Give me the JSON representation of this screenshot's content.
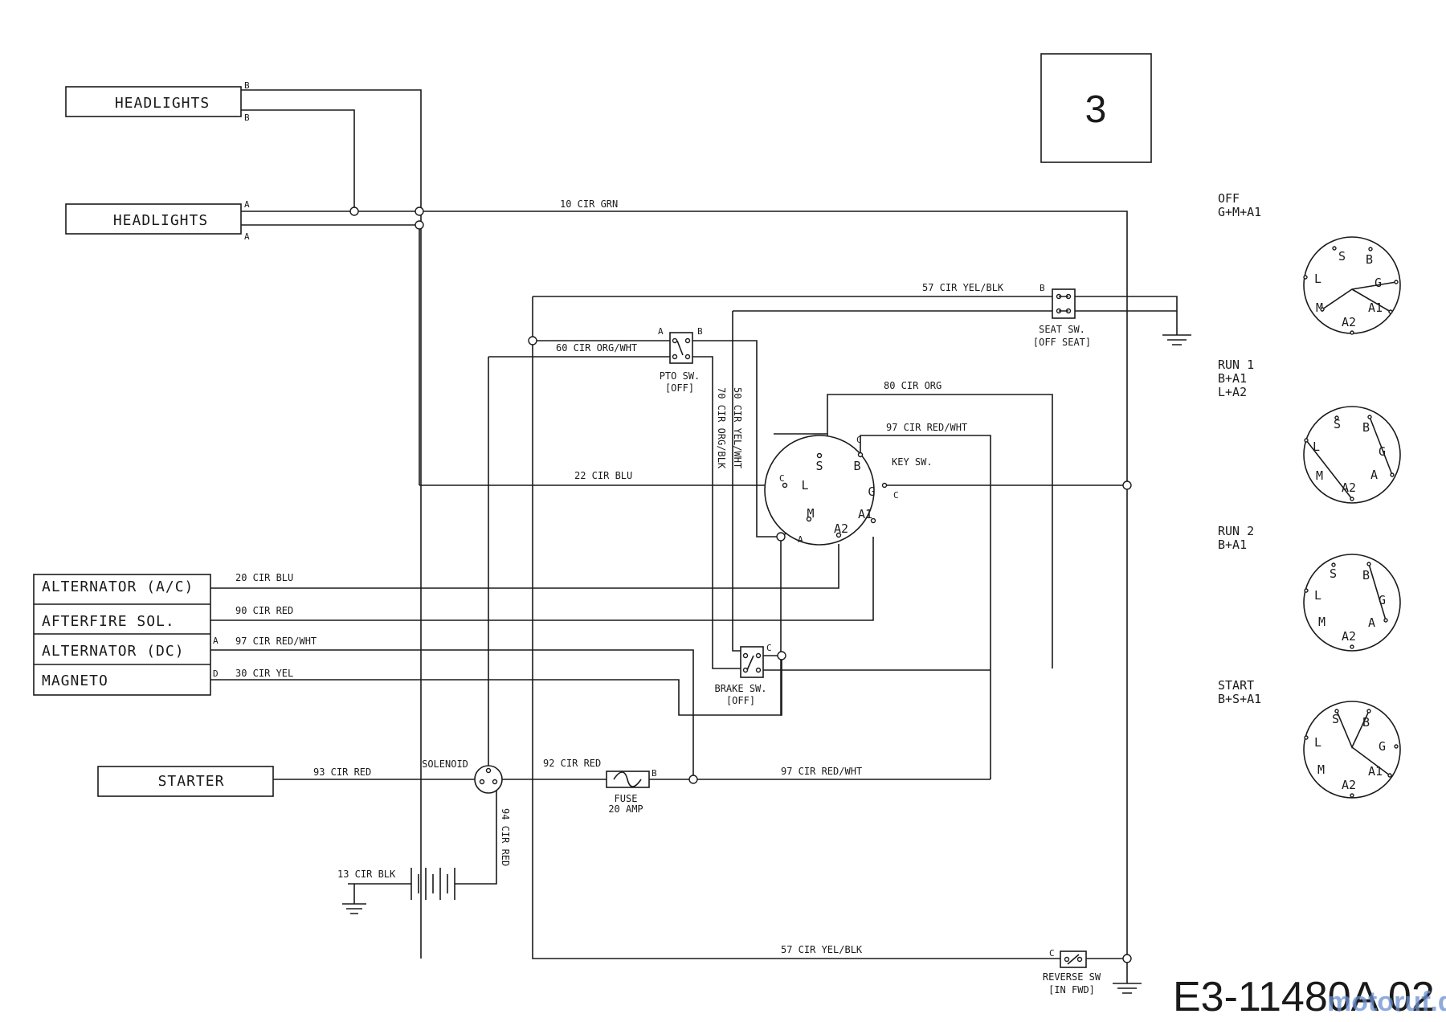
{
  "page_number": "3",
  "diagram_code": "E3-11480A 02",
  "watermark": "motoruf.de",
  "components": {
    "headlights_1": "HEADLIGHTS",
    "headlights_2": "HEADLIGHTS",
    "alternator_ac": "ALTERNATOR (A/C)",
    "afterfire_sol": "AFTERFIRE SOL.",
    "alternator_dc": "ALTERNATOR (DC)",
    "magneto": "MAGNETO",
    "starter": "STARTER"
  },
  "wires": {
    "w10": "10 CIR GRN",
    "w57_top": "57 CIR YEL/BLK",
    "w60": "60 CIR ORG/WHT",
    "w80": "80 CIR ORG",
    "w97_top": "97 CIR RED/WHT",
    "w22": "22 CIR BLU",
    "w70": "70 CIR ORG/BLK",
    "w50": "50 CIR YEL/WHT",
    "w20": "20 CIR BLU",
    "w90": "90 CIR RED",
    "w97_alt": "97 CIR RED/WHT",
    "w30": "30 CIR YEL",
    "w93": "93 CIR RED",
    "w92": "92 CIR RED",
    "w97_low": "97 CIR RED/WHT",
    "w94": "94 CIR RED",
    "w13": "13 CIR BLK",
    "w57_bot": "57 CIR YEL/BLK"
  },
  "switches": {
    "seat_name": "SEAT SW.",
    "seat_state": "[OFF SEAT]",
    "pto_name": "PTO SW.",
    "pto_state": "[OFF]",
    "key_name": "KEY SW.",
    "brake_name": "BRAKE SW.",
    "brake_state": "[OFF]",
    "reverse_name": "REVERSE SW",
    "reverse_state": "[IN FWD]",
    "solenoid": "SOLENOID",
    "fuse_name": "FUSE",
    "fuse_rating": "20 AMP"
  },
  "terminals": {
    "S": "S",
    "B": "B",
    "L": "L",
    "G": "G",
    "M": "M",
    "A1": "A1",
    "A2": "A2",
    "a": "A",
    "b": "B",
    "c": "C",
    "d": "D"
  },
  "key_positions": [
    {
      "name": "OFF",
      "contacts": [
        "G+M+A1"
      ]
    },
    {
      "name": "RUN 1",
      "contacts": [
        "B+A1",
        "L+A2"
      ]
    },
    {
      "name": "RUN 2",
      "contacts": [
        "B+A1"
      ]
    },
    {
      "name": "START",
      "contacts": [
        "B+S+A1"
      ]
    }
  ]
}
